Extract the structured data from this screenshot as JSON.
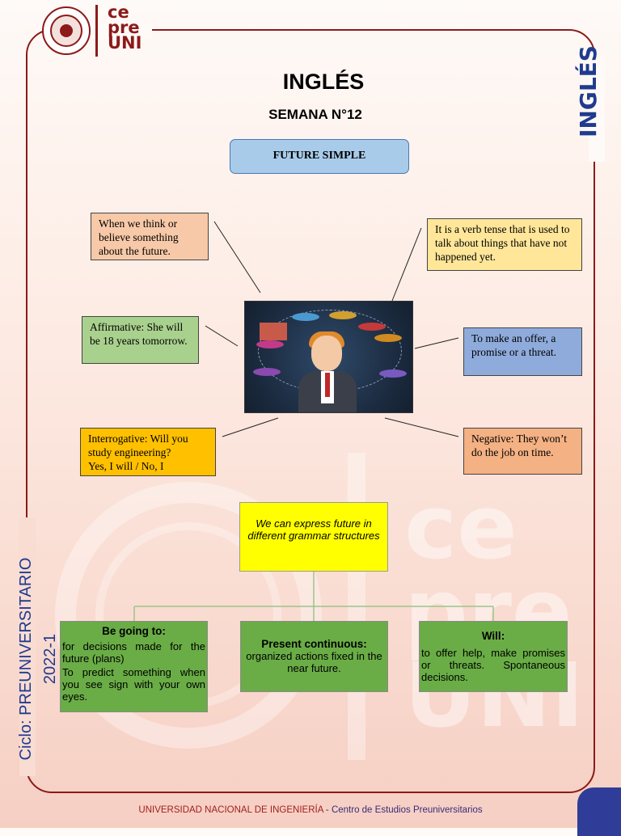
{
  "header": {
    "brand_line1": "ce",
    "brand_line2": "pre",
    "brand_line3": "UNI"
  },
  "side": {
    "right_label": "INGLÉS",
    "left_label": "Ciclo: PREUNIVERSITARIO 2022-1"
  },
  "title": "INGLÉS",
  "subtitle": "SEMANA N°12",
  "topic": "FUTURE SIMPLE",
  "boxes": {
    "think": "When we think or believe something about the future.",
    "tense": "It is a verb tense that is used to talk about things that have not happened yet.",
    "affirmative": "Affirmative: She will be 18 years tomorrow.",
    "offer": "To make an offer, a promise or a threat.",
    "interrogative_q": "Interrogative: Will you study engineering?",
    "interrogative_a": "Yes, I will / No, I",
    "negative": "Negative: They won’t do the job on time."
  },
  "express": "We can express future in different grammar structures",
  "structures": {
    "going_title": "Be going to:",
    "going_p1": "for decisions made for the future (plans)",
    "going_p2": "To predict something when you see sign with your own eyes.",
    "present_title": "Present continuous:",
    "present_text": "organized actions fixed in the near future.",
    "will_title": "Will:",
    "will_text": "to offer help, make promises or threats. Spontaneous decisions."
  },
  "footer": {
    "university": "UNIVERSIDAD NACIONAL DE INGENIERÍA",
    "center": " - Centro de Estudios Preuniversitarios"
  },
  "colors": {
    "brand": "#8c1a1a",
    "side_blue": "#1f3b8f",
    "topic_blue": "#a8cbea",
    "salmon": "#f7c9a8",
    "light_yellow": "#ffe699",
    "light_green": "#a9d18e",
    "steel_blue": "#8fabdc",
    "orange": "#ffc000",
    "tan": "#f4b183",
    "yellow": "#ffff00",
    "green": "#6aad46"
  }
}
